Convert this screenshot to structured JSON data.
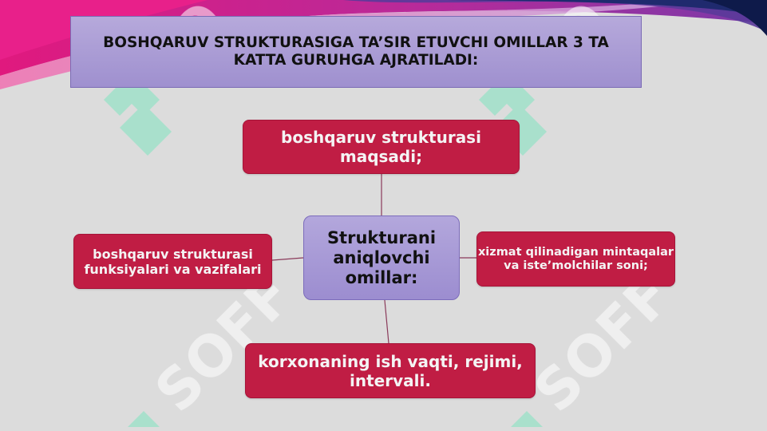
{
  "slide": {
    "title": "BOSHQARUV STRUKTURASIGA TA’SIR ETUVCHI OMILLAR 3 TA KATTA GURUHGA AJRATILADI:",
    "center": "Strukturani aniqlovchi omillar:",
    "nodes": {
      "top": "boshqaruv strukturasi maqsadi;",
      "left": "boshqaruv strukturasi funksiyalari va vazifalari",
      "right": "xizmat qilinadigan mintaqalar va iste’molchilar soni;",
      "bottom": "korxonaning ish vaqti, rejimi, intervali."
    },
    "watermark": "SOFF"
  },
  "colors": {
    "background": "#dcdcdc",
    "node_fill": "#c01d44",
    "center_fill": "#a597d5",
    "title_fill": "#ab9dd6",
    "banner_magenta": "#e0197e",
    "banner_purple": "#4a2a8a",
    "banner_navy": "#1f2a6e",
    "connector": "#8a3a5a"
  }
}
